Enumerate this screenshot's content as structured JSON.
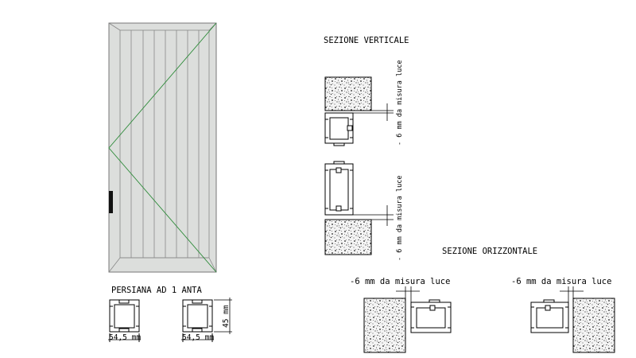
{
  "labels": {
    "vertical_section": "SEZIONE VERTICALE",
    "horizontal_section": "SEZIONE ORIZZONTALE",
    "shutter_title": "PERSIANA AD 1 ANTA",
    "tolerance_vertical_top": "- 6 mm da misura luce",
    "tolerance_vertical_bottom": "- 6 mm da misura luce",
    "tolerance_horizontal_left": "-6 mm da misura luce",
    "tolerance_horizontal_right": "-6 mm da misura luce",
    "dim_width_left": "54,5 mm",
    "dim_width_right": "54,5 mm",
    "dim_height": "45 mm"
  },
  "colors": {
    "panel_fill": "#dcdedc",
    "panel_stroke": "#777777",
    "diagonal": "#2e8b3a",
    "handle": "#111111",
    "masonry_fill": "#f4f4f4",
    "line": "#000000"
  }
}
